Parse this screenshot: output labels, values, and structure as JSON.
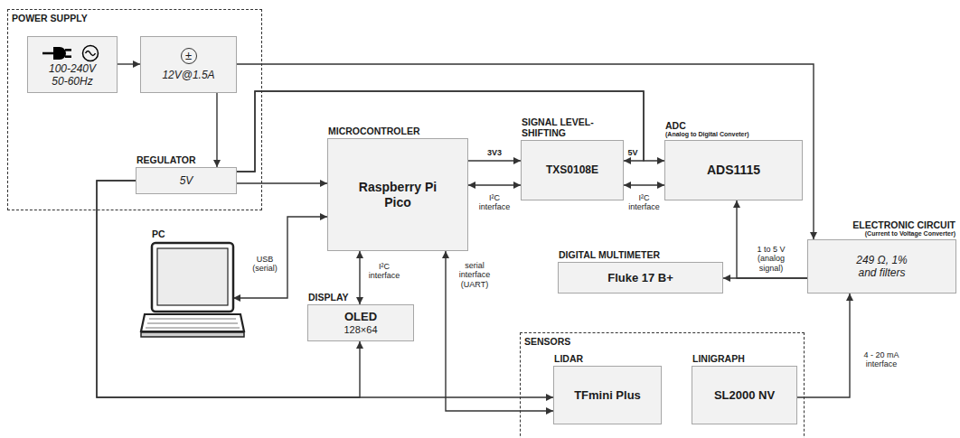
{
  "diagram": {
    "nodes": [
      {
        "text": [
          "POWER SUPPLY"
        ]
      },
      {
        "text": [
          "100-240V 50-60Hz"
        ],
        "in": 0
      },
      {
        "text": [
          "±",
          "12V@1.5A"
        ],
        "in": 0
      },
      {
        "text": [
          "REGULATOR",
          "5V"
        ],
        "in": 0
      },
      {
        "text": [
          "MICROCONTROLER",
          "Raspberry Pi Pico"
        ]
      },
      {
        "text": [
          "SIGNAL LEVEL-SHIFTING",
          "TXS0108E"
        ]
      },
      {
        "text": [
          "ADC",
          "(Analog to Digital Conveter)",
          "ADS1115"
        ]
      },
      {
        "text": [
          "ELECTRONIC CIRCUIT",
          "(Current to Voltage Converter)",
          "249 Ω, 1% and filters"
        ]
      },
      {
        "text": [
          "PC"
        ]
      },
      {
        "text": [
          "DIGITAL MULTIMETER",
          "Fluke 17 B+"
        ]
      },
      {
        "text": [
          "DISPLAY",
          "OLED",
          "128×64"
        ]
      },
      {
        "text": [
          "SENSORS"
        ]
      },
      {
        "text": [
          "LIDAR",
          "TFmini Plus"
        ],
        "in": 11
      },
      {
        "text": [
          "LINIGRAPH",
          "SL2000 NV"
        ],
        "in": 11
      }
    ],
    "edges": [
      {
        "from": 1,
        "to": 2,
        "arrow": "to"
      },
      {
        "from": 2,
        "to": 3,
        "arrow": "to"
      },
      {
        "from": 2,
        "to": 7,
        "arrow": "to"
      },
      {
        "from": 3,
        "to": 4,
        "arrow": "to"
      },
      {
        "from": 3,
        "to": 5,
        "arrow": "to",
        "label": "5V"
      },
      {
        "from": 3,
        "to": 6,
        "arrow": "to"
      },
      {
        "from": 4,
        "to": 5,
        "arrow": "to",
        "label": "3V3"
      },
      {
        "from": 4,
        "to": 5,
        "arrow": "both",
        "label": "I²C interface"
      },
      {
        "from": 5,
        "to": 6,
        "arrow": "both",
        "label": "I²C interface"
      },
      {
        "from": 4,
        "to": 8,
        "arrow": "both",
        "label": "USB (serial)"
      },
      {
        "from": 4,
        "to": 10,
        "arrow": "both",
        "label": "I²C interface"
      },
      {
        "from": 4,
        "to": 12,
        "arrow": "both",
        "label": "serial interface (UART)"
      },
      {
        "from": 3,
        "to": 10,
        "arrow": "to"
      },
      {
        "from": 3,
        "to": 12,
        "arrow": "to"
      },
      {
        "from": 13,
        "to": 7,
        "arrow": "to",
        "label": "4 - 20 mA interface"
      },
      {
        "from": 7,
        "to": 6,
        "arrow": "to"
      },
      {
        "from": 7,
        "to": 9,
        "arrow": "to",
        "label": "1 to 5 V (analog signal)"
      }
    ]
  }
}
